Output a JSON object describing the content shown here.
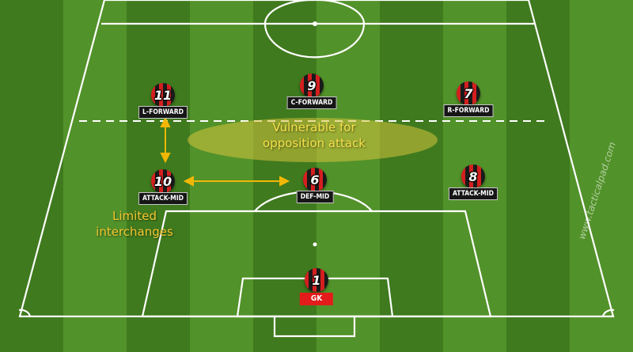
{
  "colors": {
    "pitch_dark": "#3f7a1e",
    "pitch_light": "#52922a",
    "lines": "#ffffff",
    "jersey_red": "#d41f1f",
    "jersey_black": "#1a1a1a",
    "arrow": "#f2b705",
    "zone": "#c8b43a"
  },
  "players": [
    {
      "id": "lf",
      "number": "11",
      "role": "L-FORWARD"
    },
    {
      "id": "cf",
      "number": "9",
      "role": "C-FORWARD"
    },
    {
      "id": "rf",
      "number": "7",
      "role": "R-FORWARD"
    },
    {
      "id": "lam",
      "number": "10",
      "role": "ATTACK-MID"
    },
    {
      "id": "dm",
      "number": "6",
      "role": "DEF-MID"
    },
    {
      "id": "ram",
      "number": "8",
      "role": "ATTACK-MID"
    },
    {
      "id": "gk",
      "number": "1",
      "role": "GK"
    }
  ],
  "annotations": {
    "zone_line1": "Vulnerable for",
    "zone_line2": "opposition attack",
    "interchange_line1": "Limited",
    "interchange_line2": "interchanges"
  },
  "watermark": "www.tacticalpad.com"
}
